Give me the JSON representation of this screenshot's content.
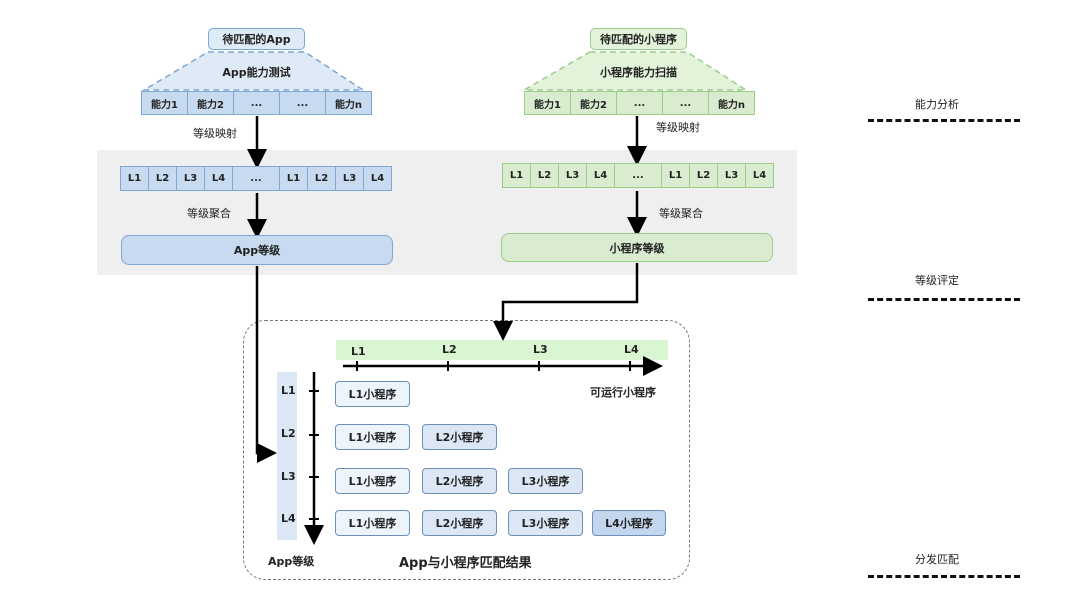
{
  "app_side": {
    "title": "待匹配的App",
    "test_label": "App能力测试",
    "capabilities": [
      "能力1",
      "能力2",
      "...",
      "...",
      "能力n"
    ],
    "mapping_label": "等级映射",
    "levels": [
      "L1",
      "L2",
      "L3",
      "L4",
      "...",
      "L1",
      "L2",
      "L3",
      "L4"
    ],
    "aggregate_label": "等级聚合",
    "grade_label": "App等级"
  },
  "miniprogram_side": {
    "title": "待匹配的小程序",
    "scan_label": "小程序能力扫描",
    "capabilities": [
      "能力1",
      "能力2",
      "...",
      "...",
      "能力n"
    ],
    "mapping_label": "等级映射",
    "levels": [
      "L1",
      "L2",
      "L3",
      "L4",
      "...",
      "L1",
      "L2",
      "L3",
      "L4"
    ],
    "aggregate_label": "等级聚合",
    "grade_label": "小程序等级"
  },
  "stages": {
    "analysis": "能力分析",
    "rating": "等级评定",
    "dispatch": "分发匹配"
  },
  "matrix": {
    "x_levels": [
      "L1",
      "L2",
      "L3",
      "L4"
    ],
    "x_axis_label": "可运行小程序",
    "y_levels": [
      "L1",
      "L2",
      "L3",
      "L4"
    ],
    "y_axis_label": "App等级",
    "title": "App与小程序匹配结果",
    "rows": [
      [
        "L1小程序"
      ],
      [
        "L1小程序",
        "L2小程序"
      ],
      [
        "L1小程序",
        "L2小程序",
        "L3小程序"
      ],
      [
        "L1小程序",
        "L2小程序",
        "L3小程序",
        "L4小程序"
      ]
    ]
  },
  "colors": {
    "blue_fill": "#c7daf0",
    "blue_border": "#7ea7d3",
    "green_fill": "#d9ecd0",
    "green_border": "#9ccc8a",
    "gray_band": "#efefef"
  }
}
